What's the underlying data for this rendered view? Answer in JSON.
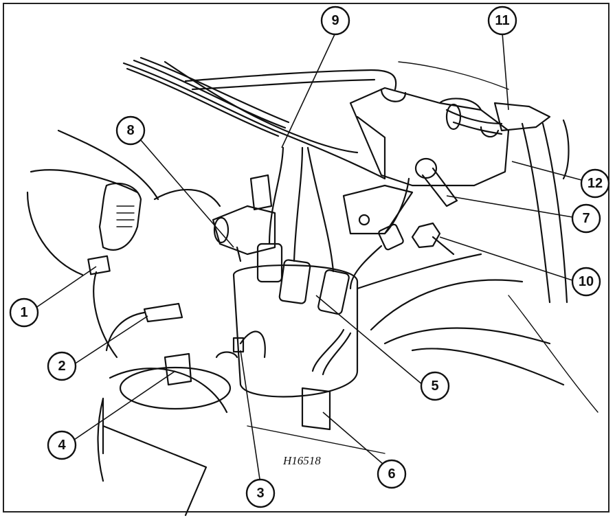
{
  "figure": {
    "reference_code": "H16518",
    "callouts": [
      {
        "id": "1",
        "label": "1"
      },
      {
        "id": "2",
        "label": "2"
      },
      {
        "id": "3",
        "label": "3"
      },
      {
        "id": "4",
        "label": "4"
      },
      {
        "id": "5",
        "label": "5"
      },
      {
        "id": "6",
        "label": "6"
      },
      {
        "id": "7",
        "label": "7"
      },
      {
        "id": "8",
        "label": "8"
      },
      {
        "id": "9",
        "label": "9"
      },
      {
        "id": "10",
        "label": "10"
      },
      {
        "id": "11",
        "label": "11"
      },
      {
        "id": "12",
        "label": "12"
      }
    ]
  }
}
